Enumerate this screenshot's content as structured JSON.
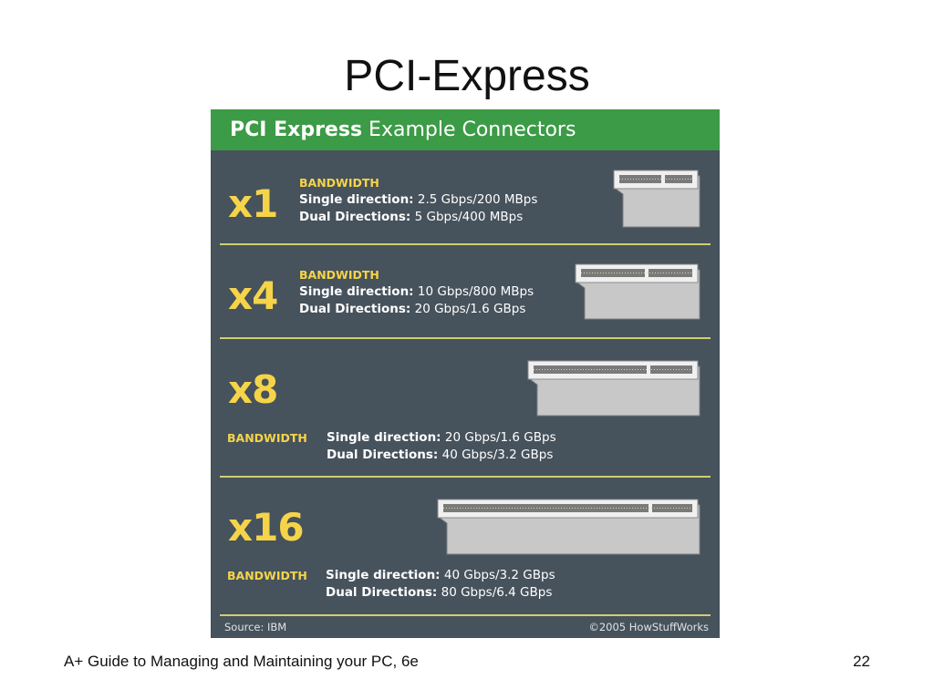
{
  "slide": {
    "title": "PCI-Express",
    "footer": "A+ Guide to Managing and Maintaining your PC, 6e",
    "page_number": "22"
  },
  "figure": {
    "header_bold": "PCI Express",
    "header_rest": "Example Connectors",
    "bandwidth_title": "BANDWIDTH",
    "single_label": "Single direction:",
    "dual_label": "Dual Directions:",
    "lanes": [
      {
        "label": "x1",
        "single": "2.5 Gbps/200 MBps",
        "dual": "5 Gbps/400 MBps"
      },
      {
        "label": "x4",
        "single": "10 Gbps/800 MBps",
        "dual": "20 Gbps/1.6 GBps"
      },
      {
        "label": "x8",
        "single": "20 Gbps/1.6 GBps",
        "dual": "40 Gbps/3.2 GBps"
      },
      {
        "label": "x16",
        "single": "40 Gbps/3.2 GBps",
        "dual": "80 Gbps/6.4 GBps"
      }
    ],
    "source": "Source: IBM",
    "copyright": "©2005 HowStuffWorks",
    "colors": {
      "background": "#46525c",
      "header": "#3c9b46",
      "accent_yellow": "#f5d44a",
      "divider": "#cfcf6f",
      "slot_body": "#c8c8c8"
    }
  }
}
